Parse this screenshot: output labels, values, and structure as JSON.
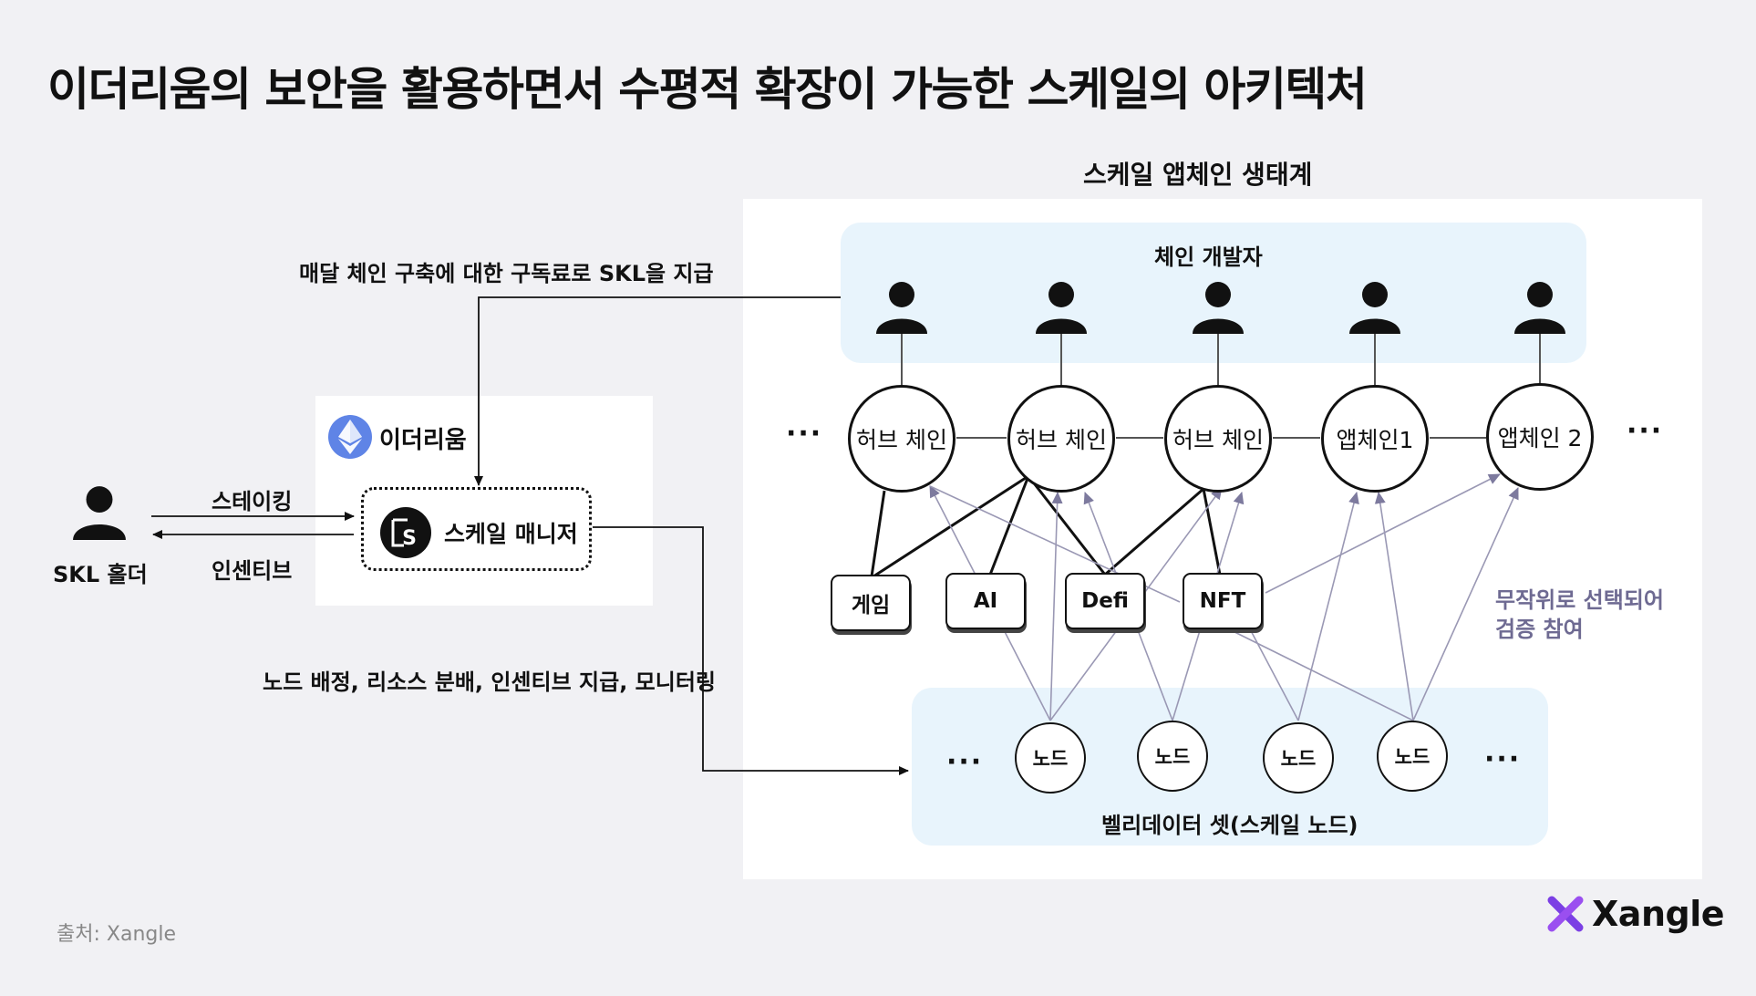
{
  "title": "이더리움의 보안을 활용하면서 수평적 확장이 가능한 스케일의 아키텍처",
  "ecosystem": {
    "title": "스케일 앱체인 생태계",
    "developers_label": "체인 개발자",
    "chains": [
      "허브 체인",
      "허브 체인",
      "허브 체인",
      "앱체인1",
      "앱체인 2"
    ],
    "categories": [
      "게임",
      "AI",
      "Defi",
      "NFT"
    ],
    "node_label": "노드",
    "validator_label": "벨리데이터 셋(스케일 노드)",
    "random_note_line1": "무작위로 선택되어",
    "random_note_line2": "검증 참여",
    "ellipsis": "···"
  },
  "ethereum": {
    "label": "이더리움",
    "manager_label": "스케일 매니저",
    "manager_logo_letter": "S"
  },
  "holder": {
    "label": "SKL 홀더",
    "staking_label": "스테이킹",
    "incentive_label": "인센티브"
  },
  "flows": {
    "subscription": "매달 체인 구축에 대한 구독료로 SKL을 지급",
    "manager_duties": "노드 배정, 리소스 분배, 인센티브 지급, 모니터링"
  },
  "footer": {
    "source": "출처: Xangle",
    "brand": "Xangle"
  },
  "colors": {
    "background": "#f1f1f4",
    "tint": "#e8f4fc",
    "ethereum": "#5f84e6",
    "validator_arrow": "#6e6a92",
    "brand_purple": "#7b3fe4"
  }
}
